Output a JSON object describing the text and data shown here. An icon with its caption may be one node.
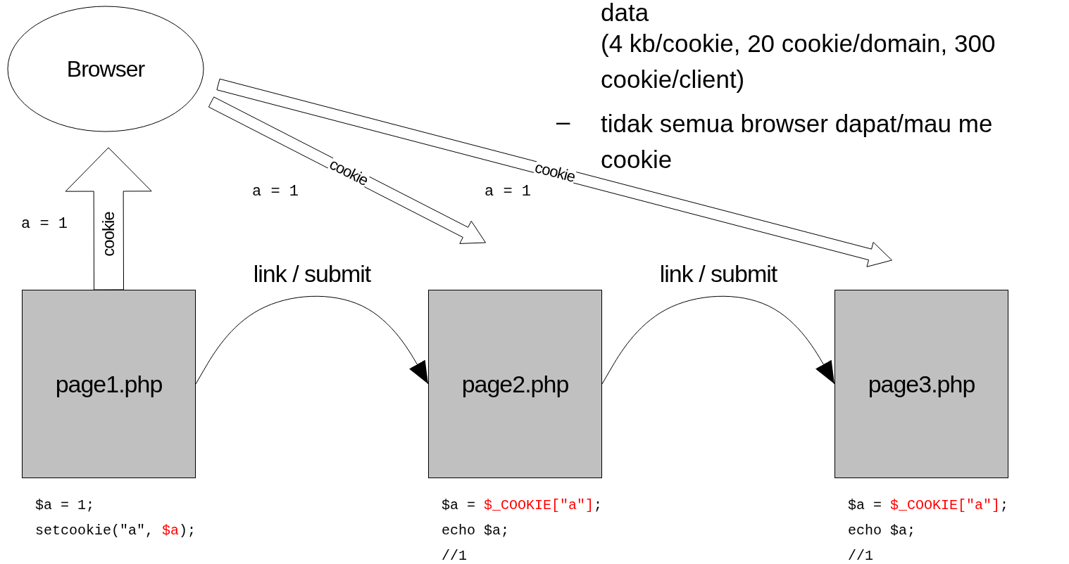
{
  "diagram": {
    "nodes": [
      {
        "text": [
          "Browser"
        ]
      },
      {
        "text": [
          "page1.php"
        ],
        "beside": [
          "$a = 1;",
          "setcookie(\"a\", **$a**);"
        ]
      },
      {
        "text": [
          "page2.php"
        ],
        "beside": [
          "$a = **$_COOKIE[\"a\"]**;",
          "echo $a;",
          "//1"
        ]
      },
      {
        "text": [
          "page3.php"
        ],
        "beside": [
          "$a = **$_COOKIE[\"a\"]**;",
          "echo $a;",
          "//1"
        ]
      }
    ],
    "edges": [
      {
        "from": 1,
        "to": 0,
        "arrow": "to",
        "label": "cookie",
        "style": "thick"
      },
      {
        "from": 0,
        "to": 2,
        "arrow": "to",
        "label": "cookie",
        "style": "thick"
      },
      {
        "from": 0,
        "to": 3,
        "arrow": "to",
        "label": "cookie",
        "style": "thick"
      },
      {
        "from": 1,
        "to": 2,
        "arrow": "to",
        "label": "link / submit"
      },
      {
        "from": 2,
        "to": 3,
        "arrow": "to",
        "label": "link / submit"
      }
    ],
    "labels": [
      "data",
      "(4 kb/cookie, 20 cookie/domain, 300 cookie/client)",
      "–",
      "tidak semua browser dapat/mau me cookie",
      "a = 1",
      "a = 1",
      "a = 1"
    ]
  }
}
